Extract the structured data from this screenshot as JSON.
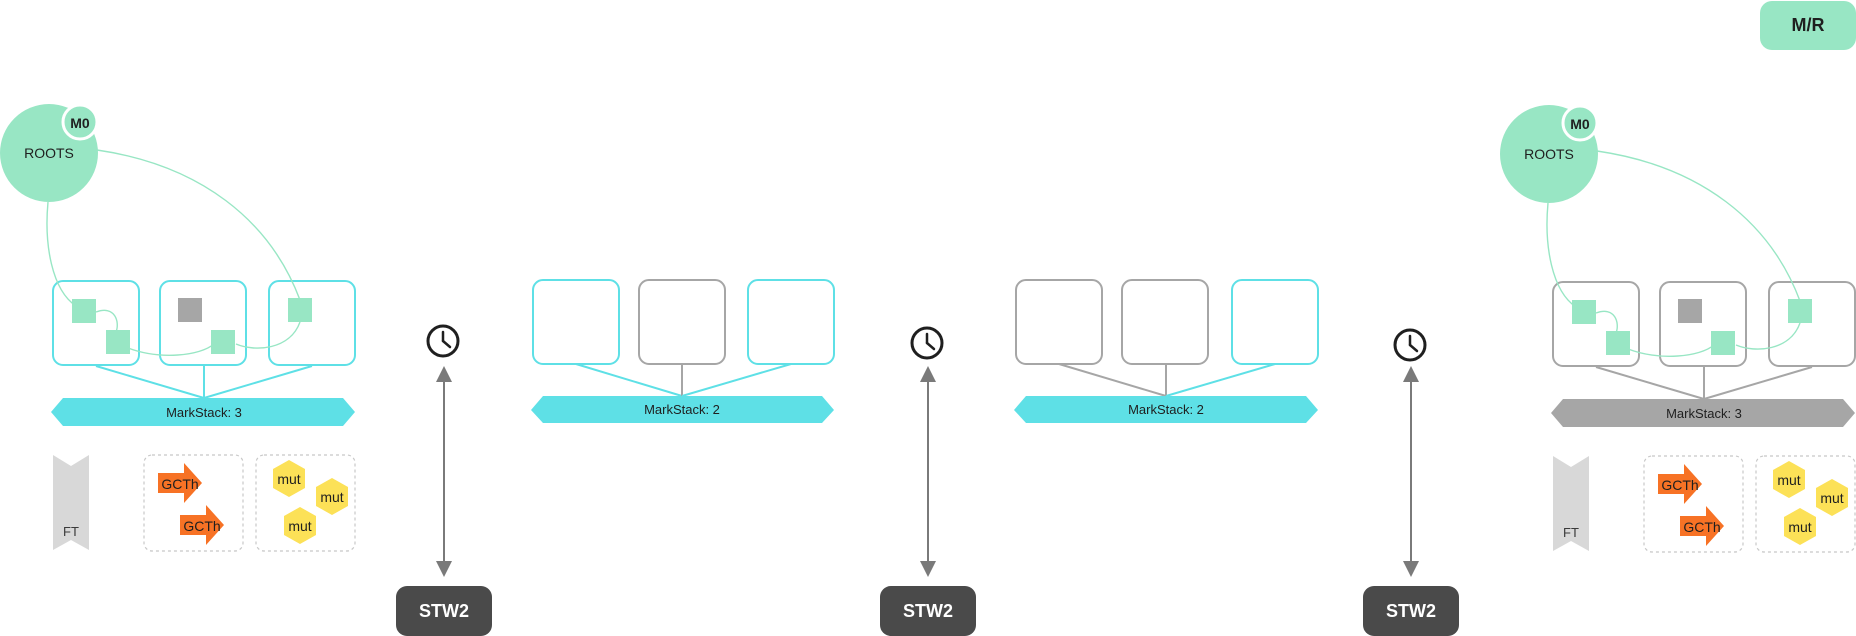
{
  "header": {
    "mode_badge": "M/R"
  },
  "colors": {
    "cyan": "#5ee0e6",
    "mint": "#98e6c4",
    "gray": "#a6a6a6",
    "dark": "#4a4a4a",
    "orange": "#f77225",
    "yellow": "#fce157",
    "ft": "#d8d8d8"
  },
  "panels": [
    {
      "roots_label": "ROOTS",
      "mode_label": "M0",
      "markstack_label": "MarkStack: 3",
      "markstack_color": "cyan",
      "page_border": [
        "cyan",
        "cyan",
        "cyan"
      ],
      "ft_label": "FT",
      "gc_threads": [
        "GCTh",
        "GCTh"
      ],
      "mutators": [
        "mut",
        "mut",
        "mut"
      ]
    },
    {
      "markstack_label": "MarkStack: 2",
      "markstack_color": "cyan",
      "page_border": [
        "cyan",
        "gray",
        "cyan"
      ]
    },
    {
      "markstack_label": "MarkStack: 2",
      "markstack_color": "cyan",
      "page_border": [
        "gray",
        "gray",
        "cyan"
      ]
    },
    {
      "roots_label": "ROOTS",
      "mode_label": "M0",
      "markstack_label": "MarkStack: 3",
      "markstack_color": "gray",
      "page_border": [
        "gray",
        "gray",
        "gray"
      ],
      "ft_label": "FT",
      "gc_threads": [
        "GCTh",
        "GCTh"
      ],
      "mutators": [
        "mut",
        "mut",
        "mut"
      ]
    }
  ],
  "pauses": [
    {
      "label": "STW2",
      "clock_icon": "clock-icon"
    },
    {
      "label": "STW2",
      "clock_icon": "clock-icon"
    },
    {
      "label": "STW2",
      "clock_icon": "clock-icon"
    }
  ]
}
